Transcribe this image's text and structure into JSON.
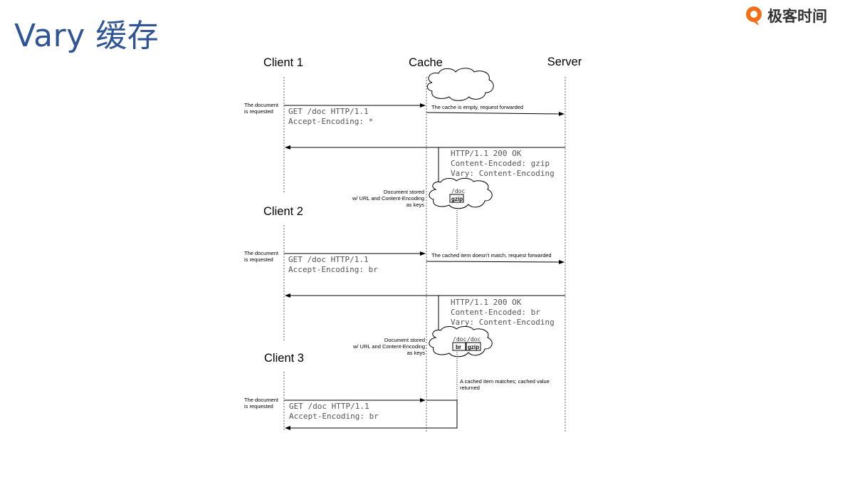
{
  "title": "Vary 缓存",
  "brand": {
    "name": "极客时间",
    "logo_color": "#f0701a"
  },
  "colors": {
    "title": "#2f5597",
    "line": "#000000",
    "text_mono": "#555555"
  },
  "lifelines": {
    "client1": "Client 1",
    "cache": "Cache",
    "server": "Server",
    "client2": "Client 2",
    "client3": "Client 3"
  },
  "notes": {
    "doc_requested_1": [
      "The document",
      "is requested"
    ],
    "doc_requested_2": [
      "The document",
      "is requested"
    ],
    "doc_requested_3": [
      "The document",
      "is requested"
    ],
    "cache_empty": "The cache is empty, request forwarded",
    "cache_nomatch": "The cached item doesn't match, request forwarded",
    "stored_1": [
      "Document stored",
      "w/ URL and Content-Encoding",
      "as keys"
    ],
    "stored_2": [
      "Document stored",
      "w/ URL and Content-Encoding",
      "as keys"
    ],
    "cache_match": [
      "A cached item matches; cached value",
      "returned"
    ]
  },
  "requests": {
    "r1": [
      "GET /doc HTTP/1.1",
      "Accept-Encoding: *"
    ],
    "r2": [
      "GET /doc HTTP/1.1",
      "Accept-Encoding: br"
    ],
    "r3": [
      "GET /doc HTTP/1.1",
      "Accept-Encoding: br"
    ]
  },
  "responses": {
    "s1": [
      "HTTP/1.1 200 OK",
      "Content-Encoded: gzip",
      "Vary: Content-Encoding"
    ],
    "s2": [
      "HTTP/1.1 200 OK",
      "Content-Encoded: br",
      "Vary: Content-Encoding"
    ]
  },
  "cache_items": {
    "first": {
      "path": "/doc",
      "box": "gzip"
    },
    "second": {
      "paths": [
        "/doc",
        "/doc"
      ],
      "boxes": [
        "br",
        "gzip"
      ]
    }
  }
}
